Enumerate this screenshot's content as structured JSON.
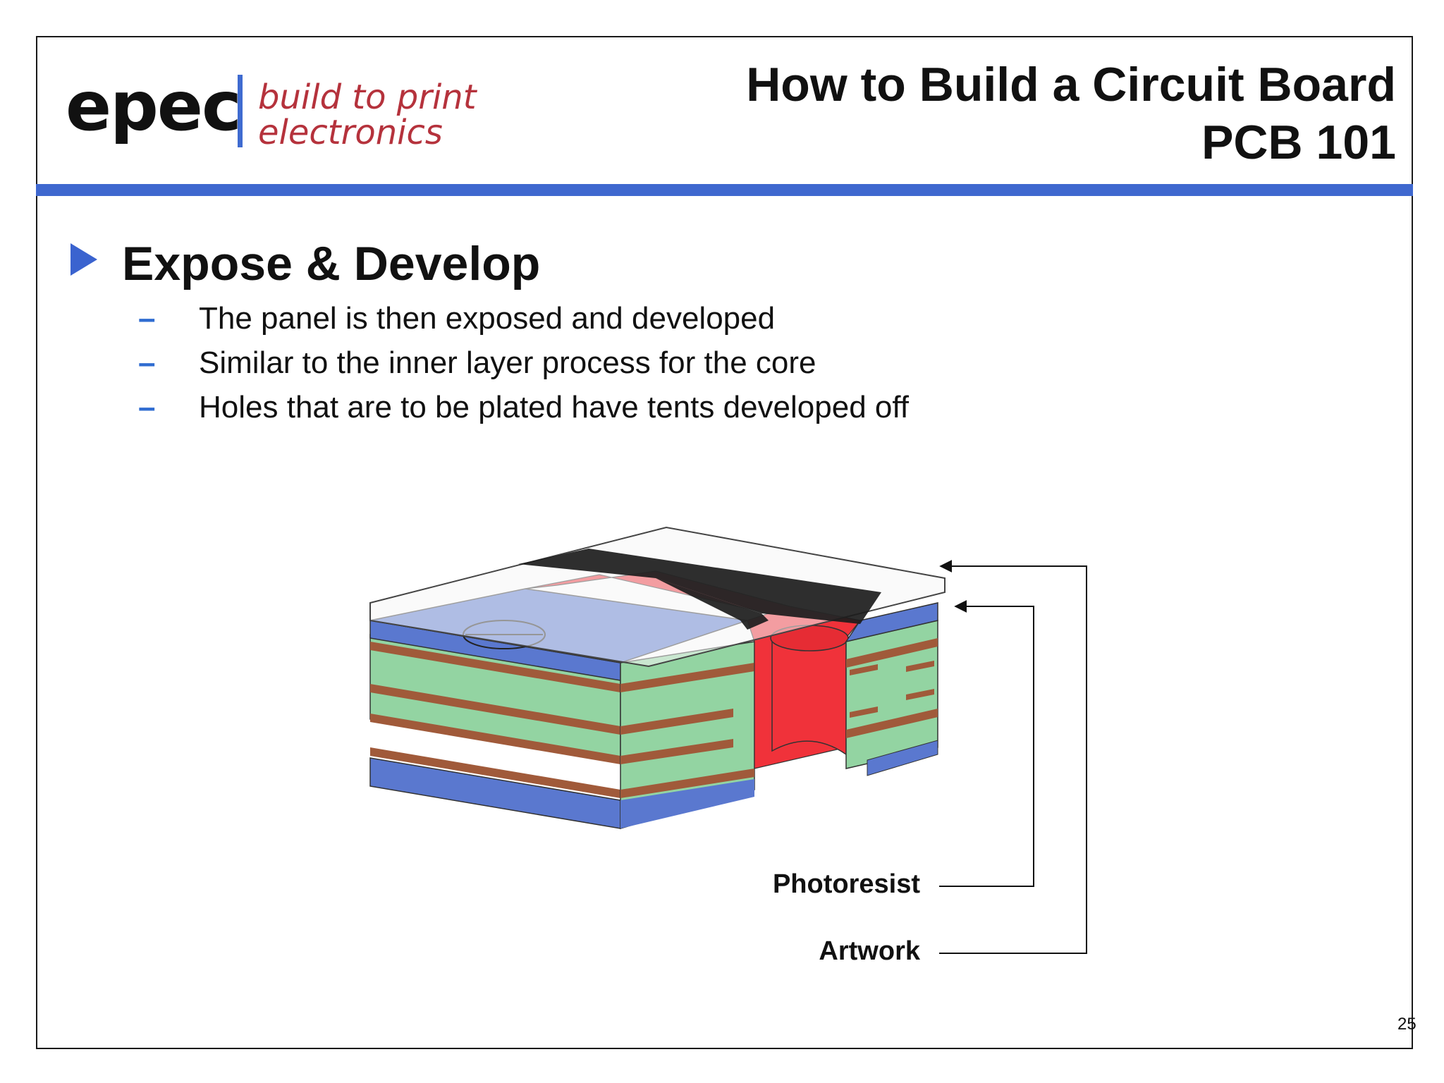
{
  "logo": {
    "wordmark": "epec",
    "tagline_line1": "build to print",
    "tagline_line2": "electronics",
    "colors": {
      "wordmark": "#111111",
      "divider": "#3f6bd0",
      "tagline": "#b5323c"
    }
  },
  "header": {
    "title_line1": "How to Build a Circuit Board",
    "title_line2": "PCB 101",
    "rule_color": "#3f68cf"
  },
  "section": {
    "heading": "Expose & Develop",
    "bullets": [
      "The panel is then exposed and developed",
      "Similar to the inner layer process for the core",
      "Holes that are to be plated have tents developed off"
    ],
    "dash": "–"
  },
  "diagram": {
    "callouts": {
      "photoresist": "Photoresist",
      "artwork": "Artwork"
    },
    "colors": {
      "photoresist": "#5a78cf",
      "copper": "#a05a3a",
      "substrate": "#93d4a2",
      "plating": "#f0323a",
      "artwork_film": "#f6f6f6",
      "artwork_opaque": "#1c1c1c"
    }
  },
  "footer": {
    "page_number": "25"
  }
}
